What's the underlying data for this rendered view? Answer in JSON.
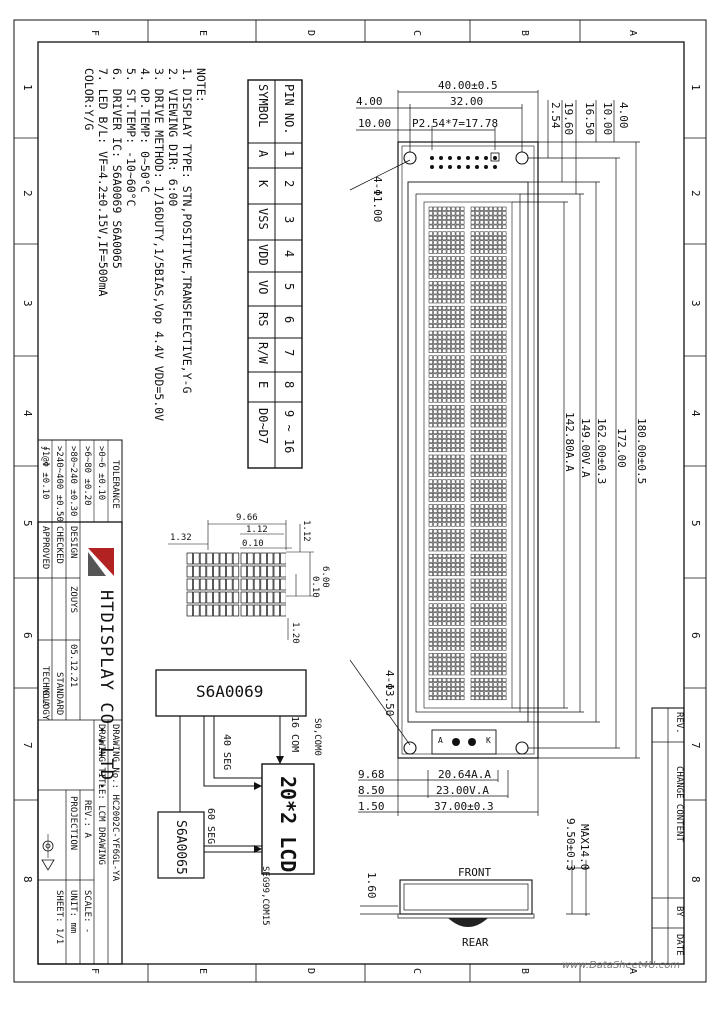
{
  "border_letters": {
    "top": [
      "F",
      "E",
      "D",
      "C",
      "B",
      "A"
    ],
    "bottom": [
      "F",
      "E",
      "D",
      "C",
      "B",
      "A"
    ],
    "left": [
      "1",
      "2",
      "3",
      "4",
      "5",
      "6",
      "7",
      "8"
    ],
    "right": [
      "1",
      "2",
      "3",
      "4",
      "5",
      "6",
      "7",
      "8"
    ]
  },
  "notes": {
    "title": "NOTE:",
    "lines": [
      "1. DISPLAY TYPE: STN,POSITIVE,TRANSFLECTIVE,Y-G",
      "2. VIEWING DIR: 6:00",
      "3. DRIVE METHOD: 1/16DUTY,1/5BIAS,Vop  4.4V  VDD=5.0V",
      "4. OP.TEMP: 0~50°C",
      "5. ST.TEMP: -10~60°C",
      "6. DRIVER IC: S6A0069  S6A0065",
      "7. LED B/L: VF=4.2±0.15V,IF=500mA",
      "      COLOR:Y/G"
    ]
  },
  "pin_table": {
    "row_headers": [
      "PIN NO.",
      "SYMBOL"
    ],
    "pins": [
      "1",
      "2",
      "3",
      "4",
      "5",
      "6",
      "7",
      "8",
      "9 ~ 16"
    ],
    "symbols": [
      "A",
      "K",
      "VSS",
      "VDD",
      "VO",
      "RS",
      "R/W",
      "E",
      "D0~D7"
    ]
  },
  "dimensions": {
    "top_widths": [
      "40.00±0.5",
      "32.00",
      "4.00",
      "10.00",
      "P2.54*7=17.78"
    ],
    "top_heights": [
      "19.60",
      "16.50",
      "10.00",
      "4.00",
      "2.54"
    ],
    "right_lengths": [
      "180.00±0.5",
      "172.00",
      "162.00±0.3",
      "149.00V.A",
      "142.80A.A"
    ],
    "hole": "4-Φ1.00",
    "mount": "4-Φ3.50",
    "bottom_widths": [
      "9.68",
      "8.50",
      "1.50",
      "20.64A.A",
      "23.00V.A",
      "37.00±0.3"
    ],
    "side_heights": [
      "MAX14.0",
      "9.50±0.3",
      "1.60"
    ],
    "front": "FRONT",
    "rear": "REAR",
    "led_a": "A",
    "led_k": "K"
  },
  "char_detail": {
    "dims": [
      "9.66",
      "1.32",
      "1.12",
      "0.10",
      "1.12",
      "6.00",
      "0.10",
      "1.20"
    ]
  },
  "block": {
    "ic1": "S6A0069",
    "lcd": "20*2 LCD",
    "ic2": "S6A0065",
    "com16": "16 COM",
    "seg40": "40 SEG",
    "seg60": "60 SEG",
    "com_top": "S0,COM0",
    "com_bottom": "SEG99,COM15"
  },
  "tolerance": {
    "title": "TOLERANCE",
    "rows": [
      ">0~6  ±0.10",
      ">6~80  ±0.20",
      ">80~240  ±0.30",
      ">240~400  ±0.50",
      "∮1@Φ  ±0.10"
    ]
  },
  "titleblock": {
    "company": "HTDISPLAY CO.,LTD.",
    "design": "DESIGN",
    "design_name": "ZOUYS",
    "design_date": "05.12.21",
    "checked": "CHECKED",
    "approved": "APPROVED",
    "standard": "STANDARD",
    "technology": "TECHNOLOGY",
    "ga": "G.A",
    "drawing_no": "DRAWING No.: HC2002C-YF6GL-YA",
    "drawing_title": "DRAWING TITLE: LCM DRAWING",
    "rev": "REV.: A",
    "scale": "SCALE: -",
    "projection": "PROJECTION",
    "unit": "UNIT: mm",
    "sheet": "SHEET: 1/1"
  },
  "rev_block": {
    "rev": "REV.",
    "change": "CHANGE CONTENT",
    "by": "BY",
    "date": "DATE"
  },
  "watermark": "www.DataSheet4U.com",
  "colors": {
    "ink": "#111111",
    "logo_red": "#b22222",
    "logo_gray": "#555555"
  }
}
